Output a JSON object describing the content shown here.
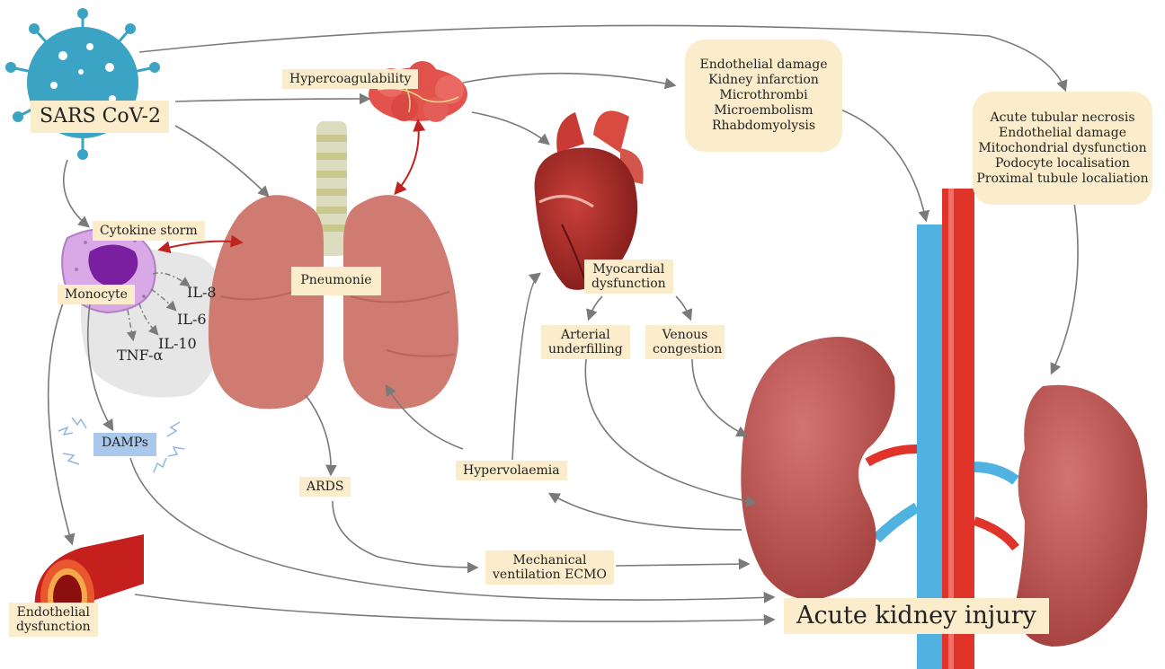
{
  "labels": {
    "sars": "SARS CoV-2",
    "hypercoagulability": "Hypercoagulability",
    "cytokine_storm": "Cytokine storm",
    "monocyte": "Monocyte",
    "il8": "IL-8",
    "il6": "IL-6",
    "il10": "IL-10",
    "tnf": "TNF-α",
    "damps": "DAMPs",
    "pneumonie": "Pneumonie",
    "ards": "ARDS",
    "hypervolaemia": "Hypervolaemia",
    "mechanical": [
      "Mechanical",
      "ventilation ECMO"
    ],
    "myocardial": [
      "Myocardial",
      "dysfunction"
    ],
    "arterial": [
      "Arterial",
      "underfilling"
    ],
    "venous": [
      "Venous",
      "congestion"
    ],
    "endothelial_dysfunction": [
      "Endothelial",
      "dysfunction"
    ],
    "aki": "Acute kidney injury"
  },
  "effects_list_1": [
    "Endothelial damage",
    "Kidney infarction",
    "Microthrombi",
    "Microembolism",
    "Rhabdomyolysis"
  ],
  "effects_list_2": [
    "Acute tubular necrosis",
    "Endothelial damage",
    "Mitochondrial dysfunction",
    "Podocyte localisation",
    "Proximal tubule localiation"
  ],
  "colors": {
    "label_bg": "#fbeccb",
    "damps_bg": "#a9c8ec",
    "arrow": "#7a7a7a",
    "red_arrow": "#c0231f",
    "virus": "#3ba3c4",
    "kidney": "#b5504e",
    "lung": "#cf7b72",
    "heart": "#b32a26",
    "artery": "#e0342a",
    "vein": "#4fb2e0"
  },
  "icons": [
    "virus-icon",
    "clot-icon",
    "lungs-icon",
    "heart-icon",
    "monocyte-icon",
    "blood-vessel-icon",
    "kidney-icon",
    "spark-icon"
  ]
}
